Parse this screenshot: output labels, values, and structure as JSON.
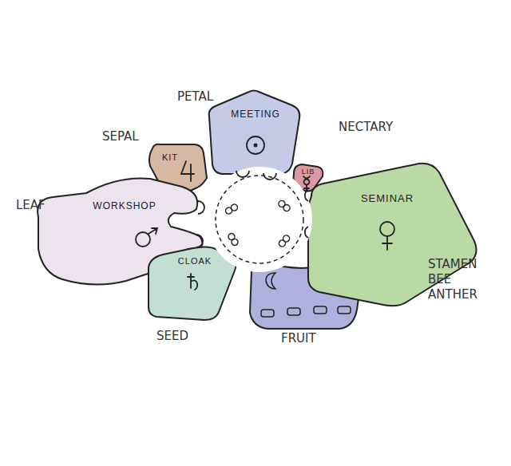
{
  "diagram": {
    "nodes": [
      {
        "text": [
          "MEETING"
        ]
      },
      {
        "text": [
          "KIT"
        ]
      },
      {
        "text": [
          "LIB"
        ]
      },
      {
        "text": [
          "WORKSHOP"
        ]
      },
      {
        "text": [
          "SEMINAR"
        ]
      },
      {
        "text": [
          "CLOAK"
        ]
      }
    ],
    "labels": [
      "PETAL",
      "SEPAL",
      "NECTARY",
      "LEAF",
      "STAMEN BEE ANTHER",
      "SEED",
      "FRUIT"
    ]
  }
}
